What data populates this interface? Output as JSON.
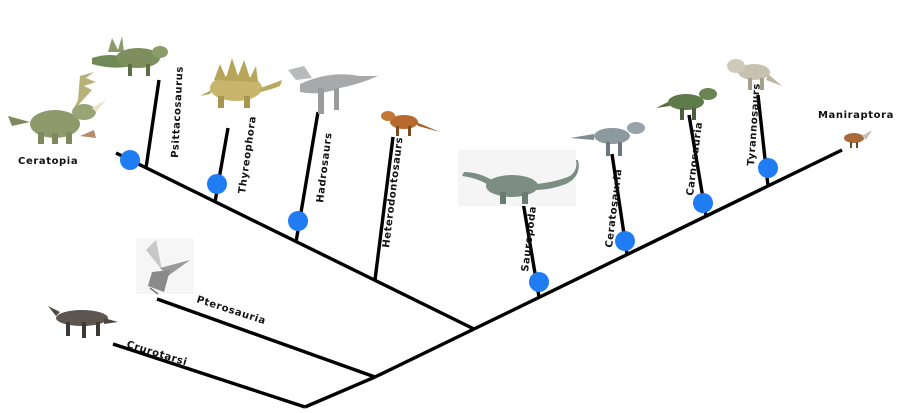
{
  "labels": {
    "ceratopia": "Ceratopia",
    "psittacosaurus": "Psittacosaurus",
    "thyreophora": "Thyreophora",
    "hadrosaurs": "Hadrosaurs",
    "heterodontosaurs": "Heterodontosaurs",
    "sauropoda": "Sauropoda",
    "ceratosauria": "Ceratosauria",
    "carnosauria": "Carnosauria",
    "tyrannosaurs": "Tyrannosaurs",
    "maniraptora": "Maniraptora",
    "pterosauria": "Pterosauria",
    "crurotarsi": "Crurotarsi"
  },
  "colors": {
    "branch": "#000000",
    "node": "#1f7cf2"
  },
  "icons": [
    "ceratopsian-dinosaur-image",
    "psittacosaurus-image",
    "stegosaur-image",
    "hadrosaur-image",
    "heterodontosaur-image",
    "sauropod-image",
    "ceratosaur-image",
    "carnosaur-image",
    "tyrannosaur-image",
    "maniraptoran-image",
    "pterosaur-image",
    "crurotarsan-image"
  ]
}
